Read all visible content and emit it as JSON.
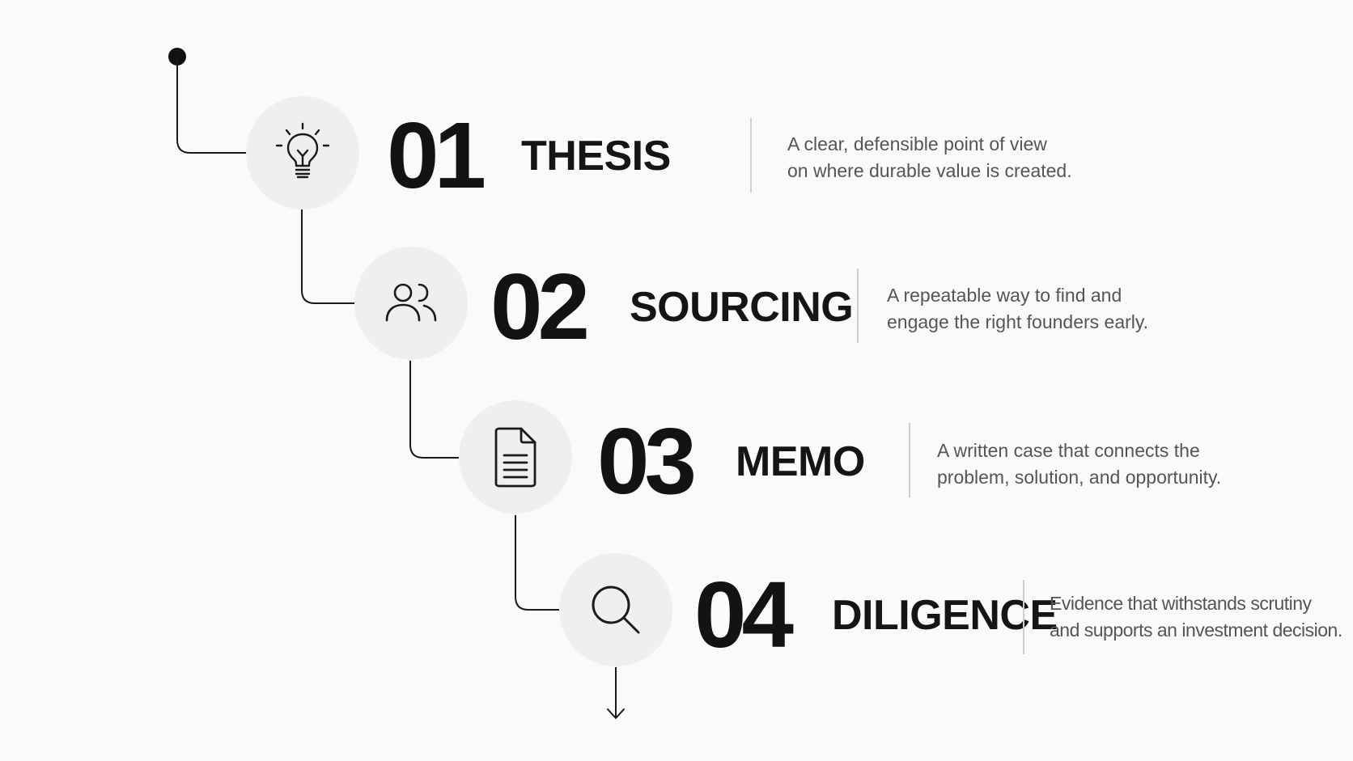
{
  "colors": {
    "background": "#fafafa",
    "circle_fill": "#efefef",
    "line": "#1a1a1a",
    "number": "#131313",
    "title": "#151515",
    "description": "#555555",
    "divider": "#cfcfcf"
  },
  "steps": [
    {
      "number": "01",
      "title": "THESIS",
      "icon": "lightbulb-icon",
      "desc_line1": "A clear, defensible point of view",
      "desc_line2": "on where durable value is created."
    },
    {
      "number": "02",
      "title": "SOURCING",
      "icon": "people-icon",
      "desc_line1": "A repeatable way to find and",
      "desc_line2": "engage the right founders early."
    },
    {
      "number": "03",
      "title": "MEMO",
      "icon": "document-icon",
      "desc_line1": "A written case that connects the",
      "desc_line2": "problem, solution, and opportunity."
    },
    {
      "number": "04",
      "title": "DILIGENCE",
      "icon": "search-icon",
      "desc_line1": "Evidence that withstands scrutiny",
      "desc_line2": "and supports an investment decision."
    }
  ]
}
